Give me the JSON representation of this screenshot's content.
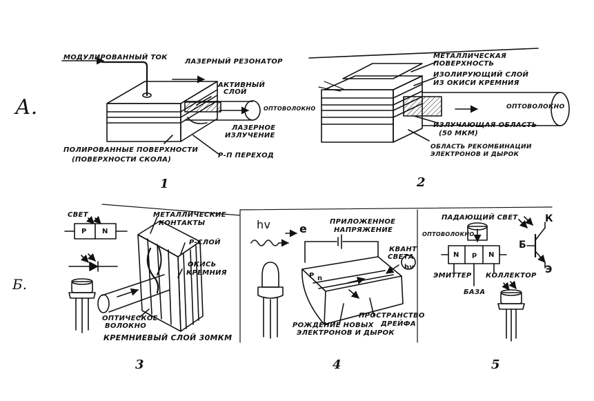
{
  "section_labels": {
    "a": "А.",
    "b": "Б."
  },
  "panel1": {
    "number": "1",
    "modulated_current": "МОДУЛИРОВАННЫЙ ТОК",
    "laser_resonator": "ЛАЗЕРНЫЙ РЕЗОНАТОР",
    "active_layer_1": "АКТИВНЫЙ",
    "active_layer_2": "СЛОЙ",
    "fiber": "ОПТОВОЛОКНО",
    "laser_emission_1": "ЛАЗЕРНОЕ",
    "laser_emission_2": "ИЗЛУЧЕНИЕ",
    "polished_1": "ПОЛИРОВАННЫЕ ПОВЕРХНОСТИ",
    "polished_2": "(ПОВЕРХНОСТИ СКОЛА)",
    "pn_junction": "Р-П ПЕРЕХОД"
  },
  "panel2": {
    "number": "2",
    "metal_surface_1": "МЕТАЛЛИЧЕСКАЯ",
    "metal_surface_2": "ПОВЕРХНОСТЬ",
    "insulating_1": "ИЗОЛИРУЮЩИЙ СЛОЙ",
    "insulating_2": "ИЗ ОКИСИ КРЕМНИЯ",
    "fiber": "ОПТОВОЛОКНО",
    "emitting_1": "ИЗЛУЧАЮЩАЯ ОБЛАСТЬ",
    "emitting_2": "(50 МКМ)",
    "recomb_1": "ОБЛАСТЬ РЕКОМБИНАЦИИ",
    "recomb_2": "ЭЛЕКТРОНОВ И ДЫРОК"
  },
  "panel3": {
    "number": "3",
    "light": "СВЕТ",
    "p": "P",
    "n": "N",
    "metal_contacts_1": "МЕТАЛЛИЧЕСКИЕ",
    "metal_contacts_2": "КОНТАКТЫ",
    "p_layer": "Р-СЛОЙ",
    "oxide_1": "ОКИСЬ",
    "oxide_2": "КРЕМНИЯ",
    "optical_fiber_1": "ОПТИЧЕСКОЕ",
    "optical_fiber_2": "ВОЛОКНО",
    "silicon_layer": "КРЕМНИЕВЫЙ СЛОЙ 30МКМ"
  },
  "panel4": {
    "number": "4",
    "hv": "hv",
    "e": "e",
    "applied_1": "ПРИЛОЖЕННОЕ",
    "applied_2": "НАПРЯЖЕНИЕ",
    "quantum_1": "КВАНТ",
    "quantum_2": "СВЕТА",
    "quantum_hv": "hv",
    "p": "P",
    "n": "n",
    "drift_1": "ПРОСТРАНСТВО",
    "drift_2": "ДРЕЙФА",
    "birth_1": "РОЖДЕНИЕ НОВЫХ",
    "birth_2": "ЭЛЕКТРОНОВ И ДЫРОК"
  },
  "panel5": {
    "number": "5",
    "incident_light": "ПАДАЮЩИЙ СВЕТ",
    "fiber": "ОПТОВОЛОКНО",
    "n_left": "N",
    "p_mid": "p",
    "n_right": "N",
    "emitter": "ЭМИТТЕР",
    "collector": "КОЛЛЕКТОР",
    "base": "БАЗА",
    "k": "К",
    "b": "Б",
    "e": "Э"
  }
}
